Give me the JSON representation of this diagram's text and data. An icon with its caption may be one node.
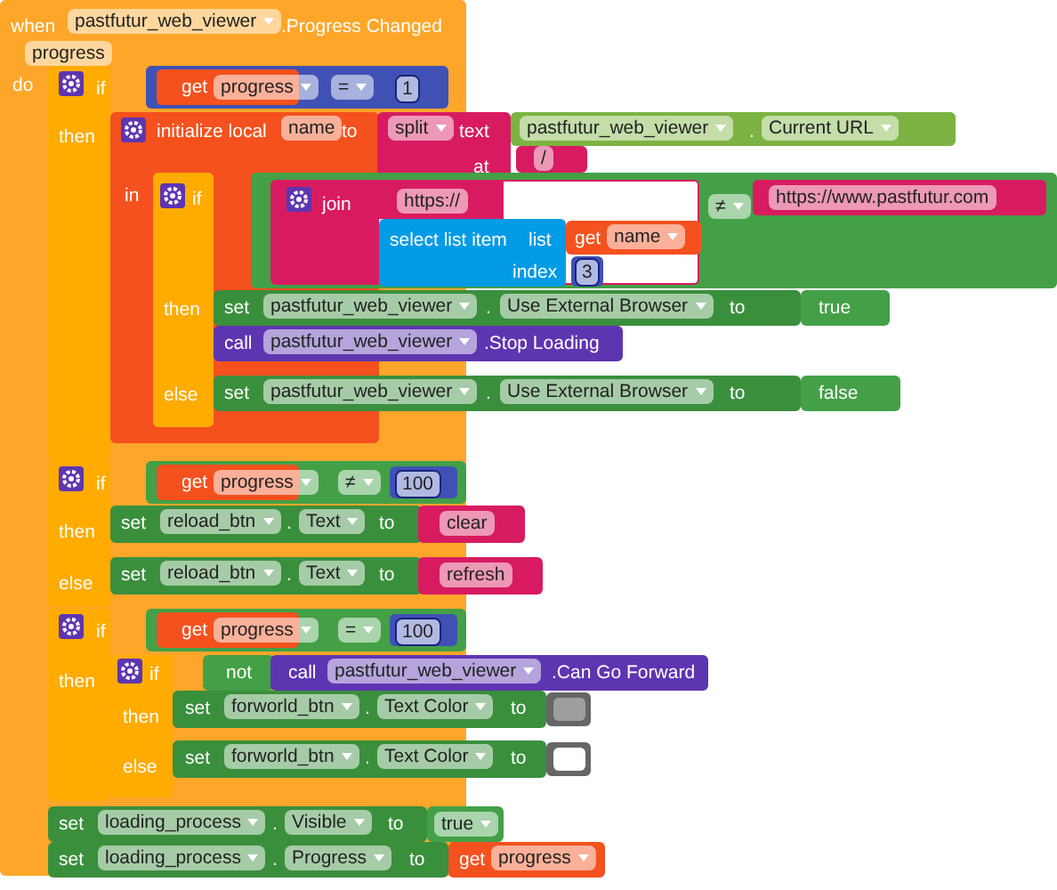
{
  "diagram": {
    "nodes": [
      {
        "text": [
          "when",
          "pastfutur_web_viewer",
          ".Progress Changed",
          "progress",
          "do"
        ]
      },
      {
        "text": [
          "if",
          "then"
        ],
        "in": 0
      },
      {
        "text": [
          "="
        ],
        "in": 0
      },
      {
        "text": [
          "get",
          "progress"
        ],
        "in": 2
      },
      {
        "text": [
          "1"
        ],
        "in": 2
      },
      {
        "text": [
          "initialize local",
          "name",
          "to",
          "in"
        ],
        "in": 0
      },
      {
        "text": [
          "split",
          "text",
          "at"
        ]
      },
      {
        "text": [
          "pastfutur_web_viewer",
          ".",
          "Current URL"
        ]
      },
      {
        "text": [
          "/"
        ]
      },
      {
        "text": [
          "if",
          "then",
          "else"
        ],
        "in": 5
      },
      {
        "text": [
          "≠"
        ]
      },
      {
        "text": [
          "join",
          "https://"
        ],
        "in": 10
      },
      {
        "text": [
          "select list item",
          "list",
          "index"
        ],
        "in": 11
      },
      {
        "text": [
          "get",
          "name"
        ],
        "in": 11
      },
      {
        "text": [
          "3"
        ],
        "in": 11
      },
      {
        "text": [
          "https://www.pastfutur.com"
        ],
        "in": 10
      },
      {
        "text": [
          "set",
          "pastfutur_web_viewer",
          ".",
          "Use External Browser",
          "to"
        ]
      },
      {
        "text": [
          "true"
        ]
      },
      {
        "text": [
          "call",
          "pastfutur_web_viewer",
          ".Stop Loading"
        ]
      },
      {
        "text": [
          "set",
          "pastfutur_web_viewer",
          ".",
          "Use External Browser",
          "to"
        ]
      },
      {
        "text": [
          "false"
        ]
      },
      {
        "text": [
          "if",
          "then",
          "else"
        ],
        "in": 0
      },
      {
        "text": [
          "≠"
        ],
        "in": 0
      },
      {
        "text": [
          "get",
          "progress"
        ],
        "in": 22
      },
      {
        "text": [
          "100"
        ],
        "in": 22
      },
      {
        "text": [
          "set",
          "reload_btn",
          ".",
          "Text",
          "to"
        ],
        "in": 0
      },
      {
        "text": [
          "clear"
        ]
      },
      {
        "text": [
          "set",
          "reload_btn",
          ".",
          "Text",
          "to"
        ],
        "in": 0
      },
      {
        "text": [
          "refresh"
        ]
      },
      {
        "text": [
          "if",
          "then"
        ],
        "in": 0
      },
      {
        "text": [
          "="
        ],
        "in": 0
      },
      {
        "text": [
          "get",
          "progress"
        ],
        "in": 30
      },
      {
        "text": [
          "100"
        ],
        "in": 30
      },
      {
        "text": [
          "if",
          "then",
          "else"
        ],
        "in": 0
      },
      {
        "text": [
          "not"
        ],
        "in": 0
      },
      {
        "text": [
          "call",
          "pastfutur_web_viewer",
          ".Can Go Forward"
        ]
      },
      {
        "text": [
          "set",
          "forworld_btn",
          ".",
          "Text Color",
          "to"
        ]
      },
      {
        "text": [],
        "shape": "box"
      },
      {
        "text": [
          "set",
          "forworld_btn",
          ".",
          "Text Color",
          "to"
        ]
      },
      {
        "text": [],
        "shape": "box"
      },
      {
        "text": [
          "set",
          "loading_process",
          ".",
          "Visible",
          "to"
        ],
        "in": 0
      },
      {
        "text": [
          "true"
        ]
      },
      {
        "text": [
          "set",
          "loading_process",
          ".",
          "Progress",
          "to"
        ],
        "in": 0
      },
      {
        "text": [
          "get",
          "progress"
        ]
      }
    ]
  }
}
